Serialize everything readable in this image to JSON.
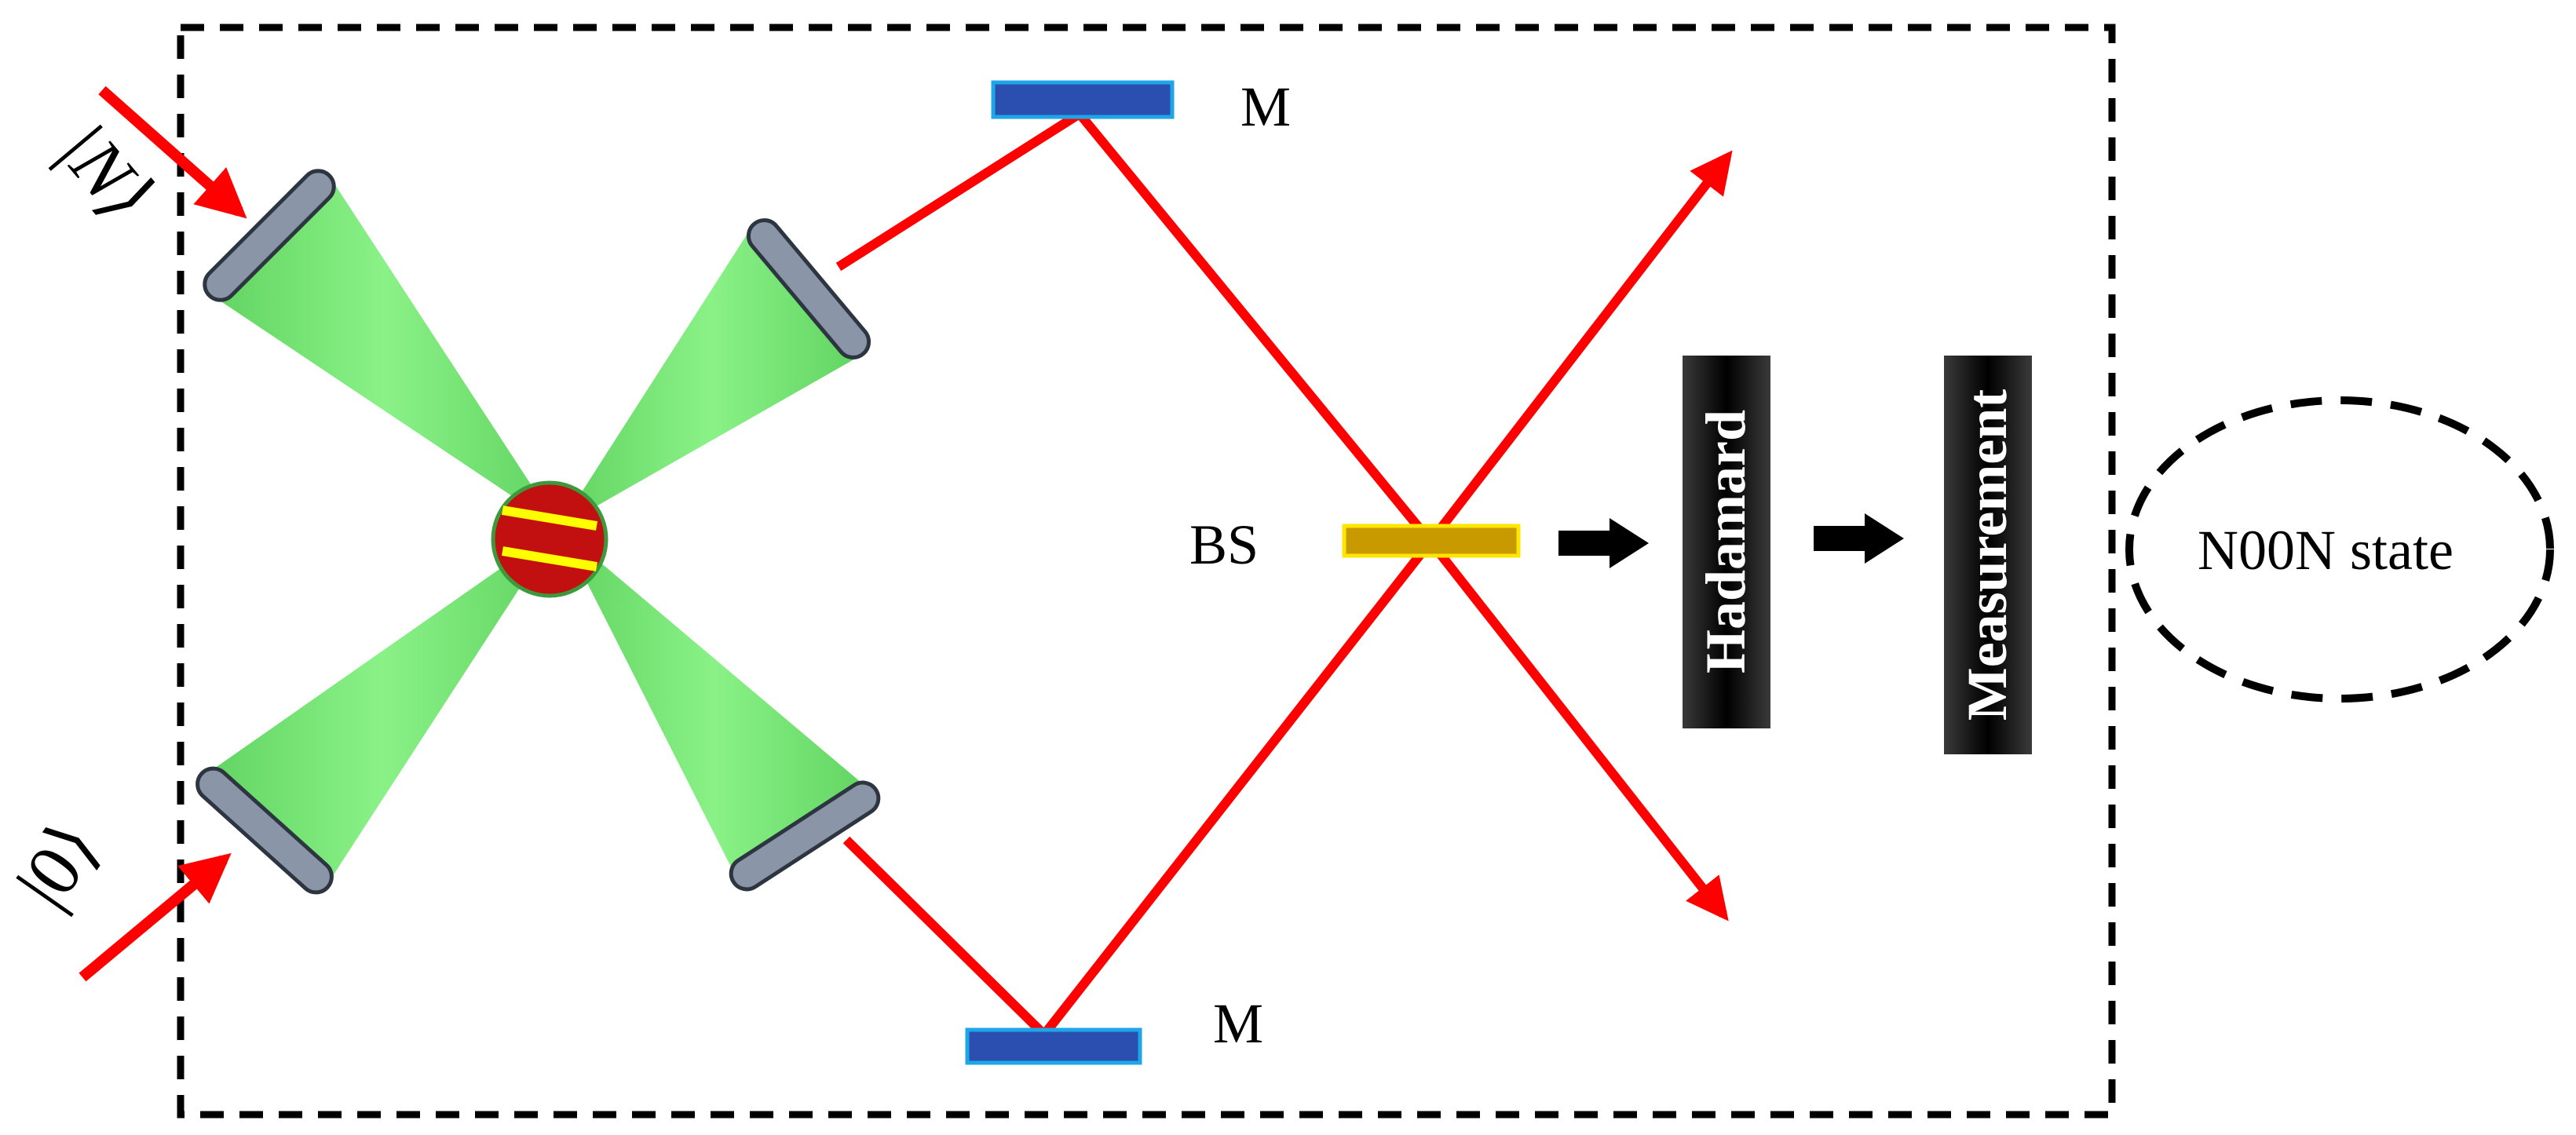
{
  "inputs": {
    "top_ket": "|N⟩",
    "bottom_ket": "|0⟩"
  },
  "mirrors": {
    "top_label": "M",
    "bottom_label": "M"
  },
  "beam_splitter": {
    "label": "BS"
  },
  "boxes": {
    "hadamard": "Hadamard",
    "measurement": "Measurement"
  },
  "output": {
    "label": "N00N state"
  },
  "colors": {
    "beam": "#ff0000",
    "cavity": "#5ee25e",
    "mirror": "#2b4fb0",
    "mirror_edge": "#1ea7e8",
    "splitter": "#c89a00",
    "crystal": "#c21010",
    "crystal_stripe": "#ffff00",
    "mirror_disc": "#8a95a8",
    "box": "#000000"
  }
}
